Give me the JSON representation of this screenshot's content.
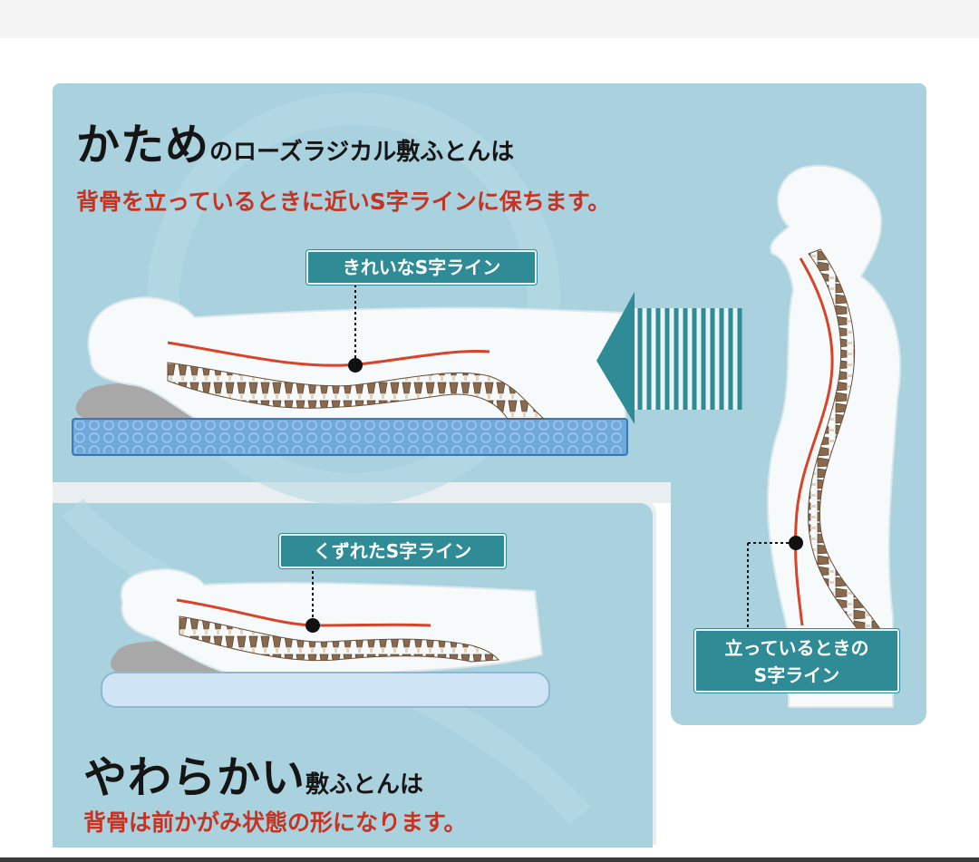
{
  "firm": {
    "title_big": "かため",
    "title_rest": "のローズラジカル敷ふとんは",
    "subtitle": "背骨を立っているときに近いS字ラインに保ちます。",
    "spine_label": "きれいなS字ライン"
  },
  "soft": {
    "title_big": "やわらかい",
    "title_rest": "敷ふとんは",
    "subtitle": "背骨は前かがみ状態の形になります。",
    "spine_label": "くずれたS字ライン"
  },
  "standing": {
    "label_line1": "立っているときの",
    "label_line2": "S字ライン"
  },
  "colors": {
    "panel": "#a9d2de",
    "accent_teal": "#2f8c96",
    "subtitle_red": "#c53322",
    "spine_brown": "#8a6a4e",
    "spine_line": "#d9432a",
    "firm_mattress": "#6fa9dc",
    "soft_mattress": "#cfe5f5"
  },
  "icons": [
    "arrow-left-icon",
    "pillow-icon",
    "mattress-icon",
    "spine-icon"
  ]
}
